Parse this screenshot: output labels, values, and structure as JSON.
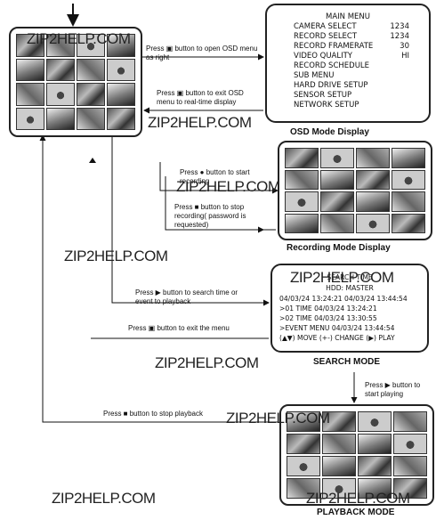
{
  "watermark": "ZIP2HELP.COM",
  "osd": {
    "menu_title": "MAIN MENU",
    "items": [
      {
        "label": "CAMERA SELECT",
        "value": "1234"
      },
      {
        "label": "RECORD SELECT",
        "value": "1234"
      },
      {
        "label": "RECORD FRAMERATE",
        "value": "30"
      },
      {
        "label": "VIDEO QUALITY",
        "value": "HI"
      },
      {
        "label": "RECORD SCHEDULE",
        "value": ""
      },
      {
        "label": "SUB MENU",
        "value": ""
      },
      {
        "label": "HARD DRIVE SETUP",
        "value": ""
      },
      {
        "label": "SENSOR SETUP",
        "value": ""
      },
      {
        "label": "NETWORK SETUP",
        "value": ""
      }
    ],
    "caption": "OSD Mode Display"
  },
  "recording": {
    "caption": "Recording Mode Display"
  },
  "search": {
    "title": "SEARCH TIME",
    "hdd": "HDD: MASTER",
    "lines": [
      "04/03/24 13:24:21 04/03/24 13:44:54",
      ">01 TIME 04/03/24 13:24:21",
      ">02 TIME 04/03/24 13:30:55",
      ">EVENT MENU 04/03/24 13:44:54",
      "(▲▼) MOVE (+-) CHANGE (▶) PLAY"
    ],
    "caption": "SEARCH MODE"
  },
  "playback": {
    "caption": "PLAYBACK MODE"
  },
  "notes": {
    "open_osd": "Press ▣ button to open OSD menu as right",
    "exit_osd": "Press ▣ button to exit OSD menu to real-time display",
    "start_rec": "Press ● button to start recording",
    "stop_rec": "Press ■ button to stop recording( password is requested)",
    "search": "Press ▶ button to search time or event to playback",
    "exit_menu": "Press ▣ button to exit the menu",
    "start_play": "Press ▶ button to start playing",
    "stop_play": "Press ■ button to stop playback"
  }
}
